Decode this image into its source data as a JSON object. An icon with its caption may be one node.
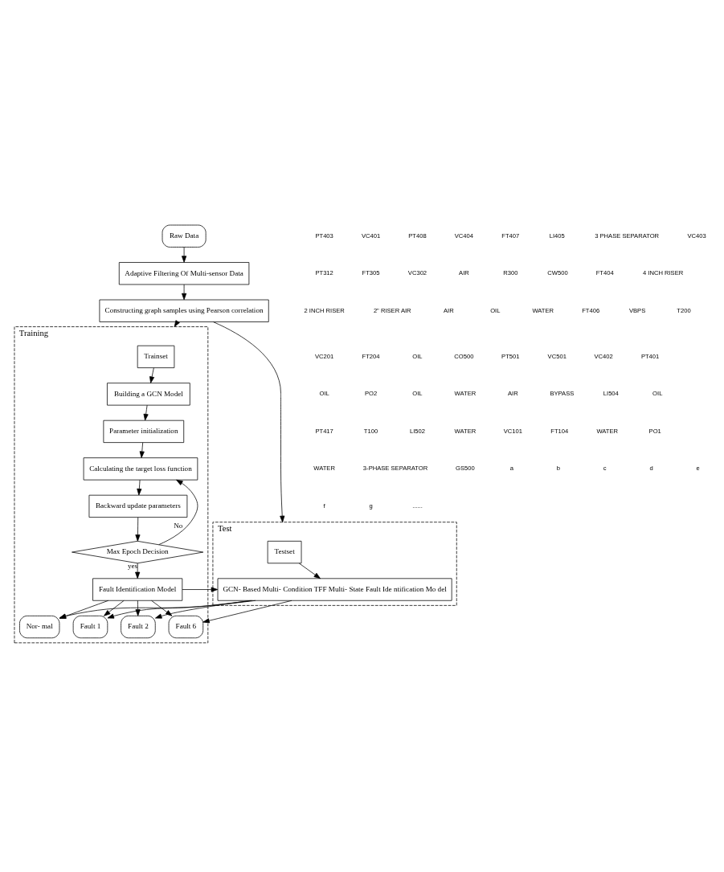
{
  "diagram": {
    "nodes": [
      {
        "text": [
          "Raw Data"
        ]
      },
      {
        "text": [
          "Adaptive Filtering Of Multi-sensor Data"
        ]
      },
      {
        "text": [
          "Constructing graph samples using Pearson correlation"
        ]
      },
      {
        "text": [
          "Training"
        ]
      },
      {
        "text": [
          "Trainset"
        ],
        "in": 3
      },
      {
        "text": [
          "Building a GCN Model"
        ],
        "in": 3
      },
      {
        "text": [
          "Parameter initialization"
        ],
        "in": 3
      },
      {
        "text": [
          "Calculating the target loss function"
        ],
        "in": 3
      },
      {
        "text": [
          "Backward update parameters"
        ],
        "in": 3
      },
      {
        "text": [
          "Max Epoch Decision"
        ],
        "in": 3
      },
      {
        "text": [
          "Fault Identification Model"
        ],
        "in": 3
      },
      {
        "text": [
          "Nor- mal"
        ],
        "in": 3
      },
      {
        "text": [
          "Fault 1"
        ],
        "in": 3
      },
      {
        "text": [
          "Fault 2"
        ],
        "in": 3
      },
      {
        "text": [
          "Fault 6"
        ],
        "in": 3
      },
      {
        "text": [
          "Test"
        ]
      },
      {
        "text": [
          "Testset"
        ],
        "in": 15
      },
      {
        "text": [
          "GCN- Based Multi- Condition TFF Multi- State Fault Ide ntification Mo del"
        ],
        "in": 15
      }
    ],
    "edges": [
      {
        "from": 0,
        "to": 1,
        "arrow": "to"
      },
      {
        "from": 1,
        "to": 2,
        "arrow": "to"
      },
      {
        "from": 2,
        "to": 3,
        "arrow": "to"
      },
      {
        "from": 2,
        "to": 15,
        "arrow": "to"
      },
      {
        "from": 4,
        "to": 5,
        "arrow": "to"
      },
      {
        "from": 5,
        "to": 6,
        "arrow": "to"
      },
      {
        "from": 6,
        "to": 7,
        "arrow": "to"
      },
      {
        "from": 7,
        "to": 8,
        "arrow": "to"
      },
      {
        "from": 8,
        "to": 9,
        "arrow": "to"
      },
      {
        "from": 9,
        "to": 7,
        "arrow": "to",
        "label": "No"
      },
      {
        "from": 9,
        "to": 10,
        "arrow": "to",
        "label": "yes"
      },
      {
        "from": 10,
        "to": 17,
        "arrow": "to"
      },
      {
        "from": 16,
        "to": 17,
        "arrow": "to"
      },
      {
        "from": 10,
        "to": 11,
        "arrow": "to"
      },
      {
        "from": 10,
        "to": 12,
        "arrow": "to"
      },
      {
        "from": 10,
        "to": 13,
        "arrow": "to"
      },
      {
        "from": 10,
        "to": 14,
        "arrow": "to"
      },
      {
        "from": 17,
        "to": 11,
        "arrow": "to"
      },
      {
        "from": 17,
        "to": 12,
        "arrow": "to"
      },
      {
        "from": 17,
        "to": 13,
        "arrow": "to"
      },
      {
        "from": 17,
        "to": 14,
        "arrow": "to"
      }
    ],
    "labels": [
      "PT403",
      "VC401",
      "PT408",
      "VC404",
      "FT407",
      "LI405",
      "3 PHASE SEPARATOR",
      "VC403",
      "PT312",
      "FT305",
      "VC302",
      "AIR",
      "R300",
      "CW500",
      "FT404",
      "4 INCH RISER",
      "2 INCH RISER",
      "2\" RISER AIR",
      "AIR",
      "OIL",
      "WATER",
      "FT406",
      "VBPS",
      "T200",
      "VC201",
      "FT204",
      "OIL",
      "CO500",
      "PT501",
      "VC501",
      "VC402",
      "PT401",
      "OIL",
      "PO2",
      "OIL",
      "WATER",
      "AIR",
      "BYPASS",
      "LI504",
      "OIL",
      "PT417",
      "T100",
      "LI502",
      "WATER",
      "VC101",
      "FT104",
      "WATER",
      "PO1",
      "WATER",
      "3-PHASE SEPARATOR",
      "GS500",
      "a",
      "b",
      "c",
      "d",
      "e",
      "f",
      "g",
      "......"
    ]
  }
}
